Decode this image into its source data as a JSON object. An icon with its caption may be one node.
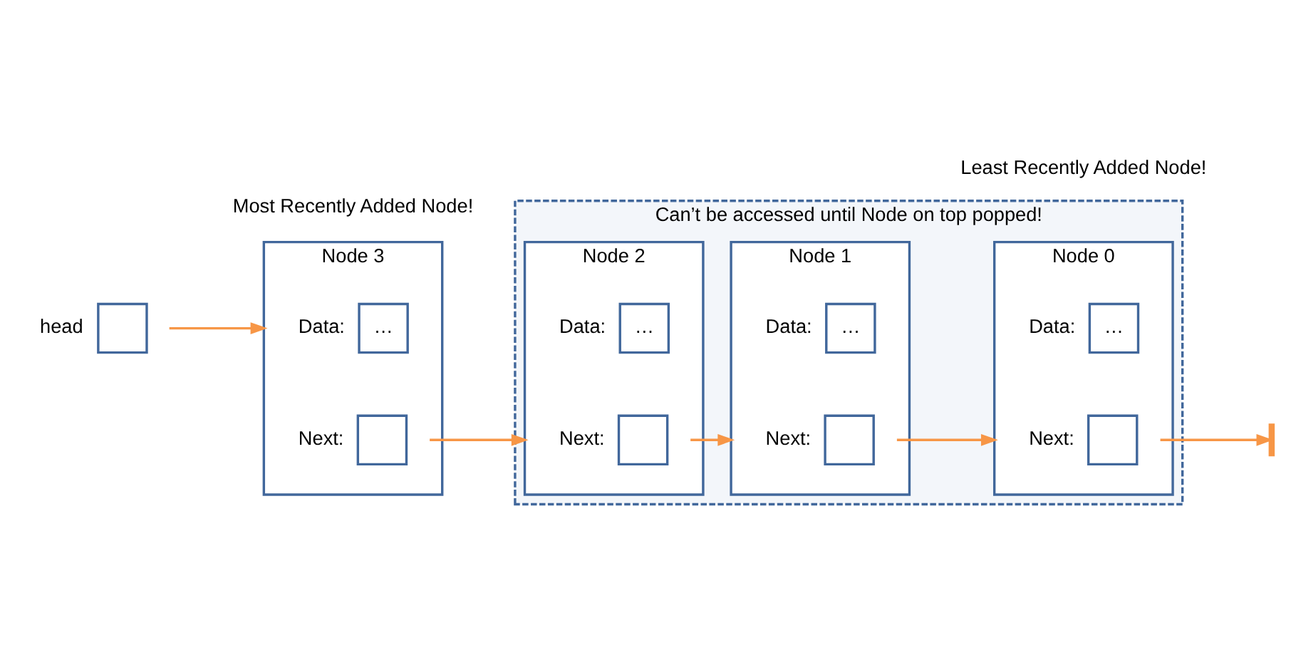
{
  "diagram": {
    "nodes": [
      {
        "text": [],
        "shape": "box",
        "beside": [
          "head"
        ]
      },
      {
        "text": [
          "Can’t be accessed until Node on top popped!"
        ]
      },
      {
        "text": [
          "Node 3"
        ],
        "beside": [
          "Most Recently Added Node!"
        ]
      },
      {
        "text": [
          "…"
        ],
        "in": 2,
        "beside": [
          "Data:"
        ]
      },
      {
        "text": [],
        "shape": "box",
        "in": 2,
        "beside": [
          "Next:"
        ]
      },
      {
        "text": [
          "Node 2"
        ],
        "in": 1
      },
      {
        "text": [
          "…"
        ],
        "in": 5,
        "beside": [
          "Data:"
        ]
      },
      {
        "text": [],
        "shape": "box",
        "in": 5,
        "beside": [
          "Next:"
        ]
      },
      {
        "text": [
          "Node 1"
        ],
        "in": 1
      },
      {
        "text": [
          "…"
        ],
        "in": 8,
        "beside": [
          "Data:"
        ]
      },
      {
        "text": [],
        "shape": "box",
        "in": 8,
        "beside": [
          "Next:"
        ]
      },
      {
        "text": [
          "Node 0"
        ],
        "in": 1,
        "beside": [
          "Least Recently Added Node!"
        ]
      },
      {
        "text": [
          "…"
        ],
        "in": 11,
        "beside": [
          "Data:"
        ]
      },
      {
        "text": [],
        "shape": "box",
        "in": 11,
        "beside": [
          "Next:"
        ]
      },
      {
        "text": [],
        "shape": "bar"
      }
    ],
    "edges": [
      {
        "from": 0,
        "to": 2,
        "arrow": "to"
      },
      {
        "from": 4,
        "to": 5,
        "arrow": "to"
      },
      {
        "from": 7,
        "to": 8,
        "arrow": "to"
      },
      {
        "from": 10,
        "to": 11,
        "arrow": "to"
      },
      {
        "from": 13,
        "to": 14,
        "arrow": "to"
      }
    ]
  }
}
